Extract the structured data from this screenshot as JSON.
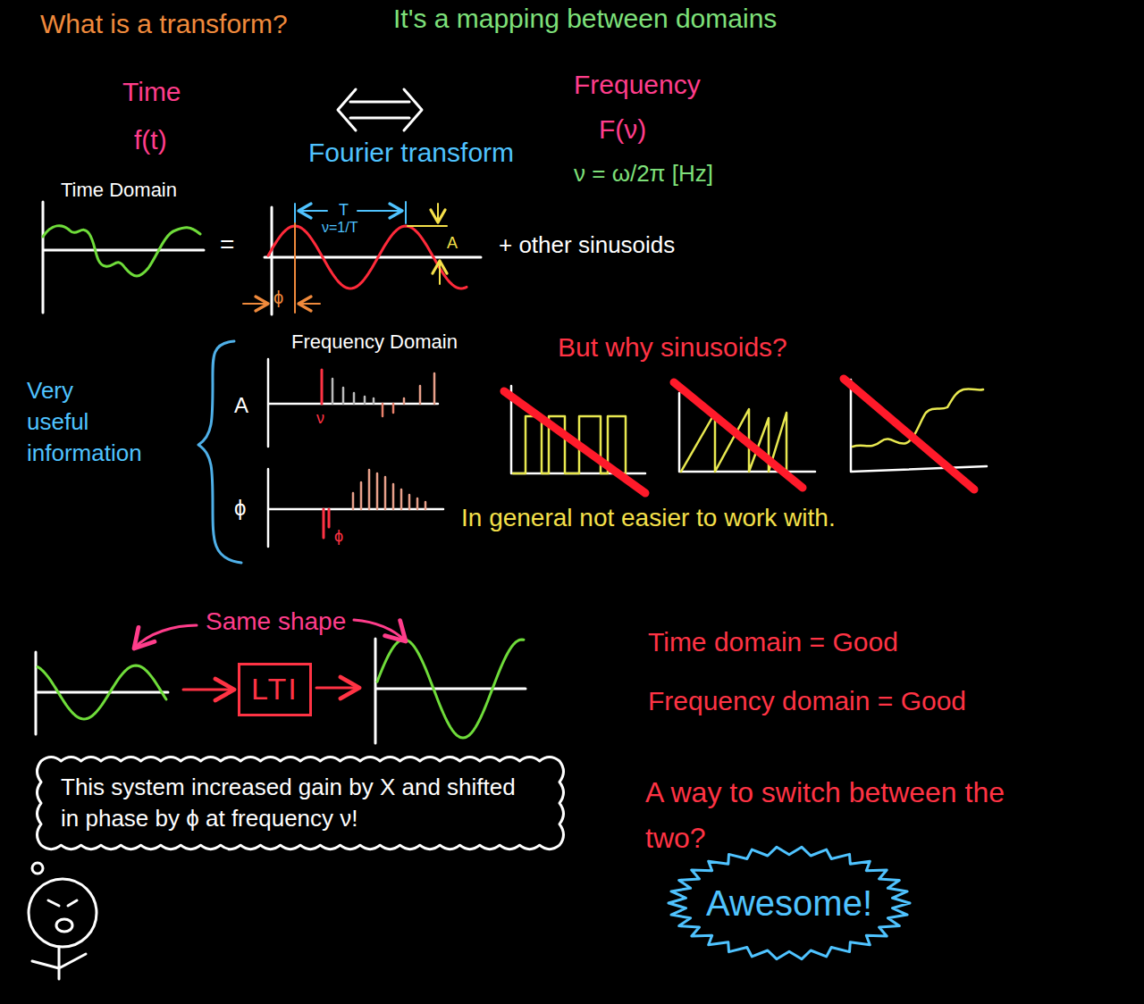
{
  "diagram": {
    "title": "What is a transform?",
    "nodes": [
      {
        "text": [
          "LTI"
        ]
      },
      {
        "text": [
          "This system increased gain by X and shifted in phase by ϕ at frequency ν!"
        ]
      },
      {
        "text": [
          "Awesome!"
        ]
      }
    ],
    "labels": [
      "It's a mapping between domains",
      "Time",
      "f(t)",
      "Fourier transform",
      "Frequency",
      "F(ν)",
      "ν = ω/2π [Hz]",
      "Time Domain",
      "=",
      "T",
      "ν=1/T",
      "A",
      "ϕ",
      "+ other sinusoids",
      "Frequency Domain",
      "A",
      "ν",
      "ϕ",
      "ϕ",
      "Very useful information",
      "But why sinusoids?",
      "In general not easier to work with.",
      "Same shape",
      "Time domain = Good",
      "Frequency domain = Good",
      "A way to switch between the two?"
    ]
  }
}
